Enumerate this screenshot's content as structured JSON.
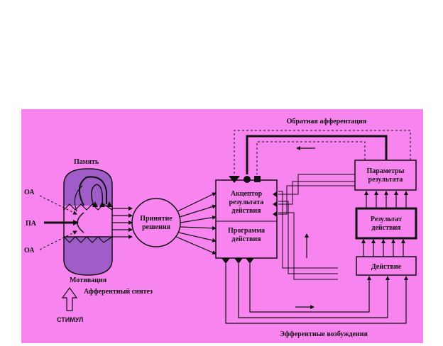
{
  "colors": {
    "panel": "#f884f0",
    "memory_fill": "#a05cc8",
    "motivation_fill": "#a05cc8",
    "box_fill": "#f8b8f8",
    "stroke": "#111111",
    "page": "#ffffff"
  },
  "labels": {
    "memory": "Память",
    "motivation": "Мотивация",
    "afferent_synthesis": "Афферентный синтез",
    "stimulus": "СТИМУЛ",
    "oa_top": "ОА",
    "pa": "ПА",
    "oa_bottom": "ОА",
    "decision_line1": "Принятие",
    "decision_line2": "решения",
    "acceptor_line1": "Акцептор",
    "acceptor_line2": "результата",
    "acceptor_line3": "действия",
    "program_line1": "Программа",
    "program_line2": "действия",
    "params_line1": "Параметры",
    "params_line2": "результата",
    "result_line1": "Результат",
    "result_line2": "действия",
    "action": "Действие",
    "feedback": "Обратная афферентация",
    "efferent": "Эфферентные возбуждения"
  }
}
